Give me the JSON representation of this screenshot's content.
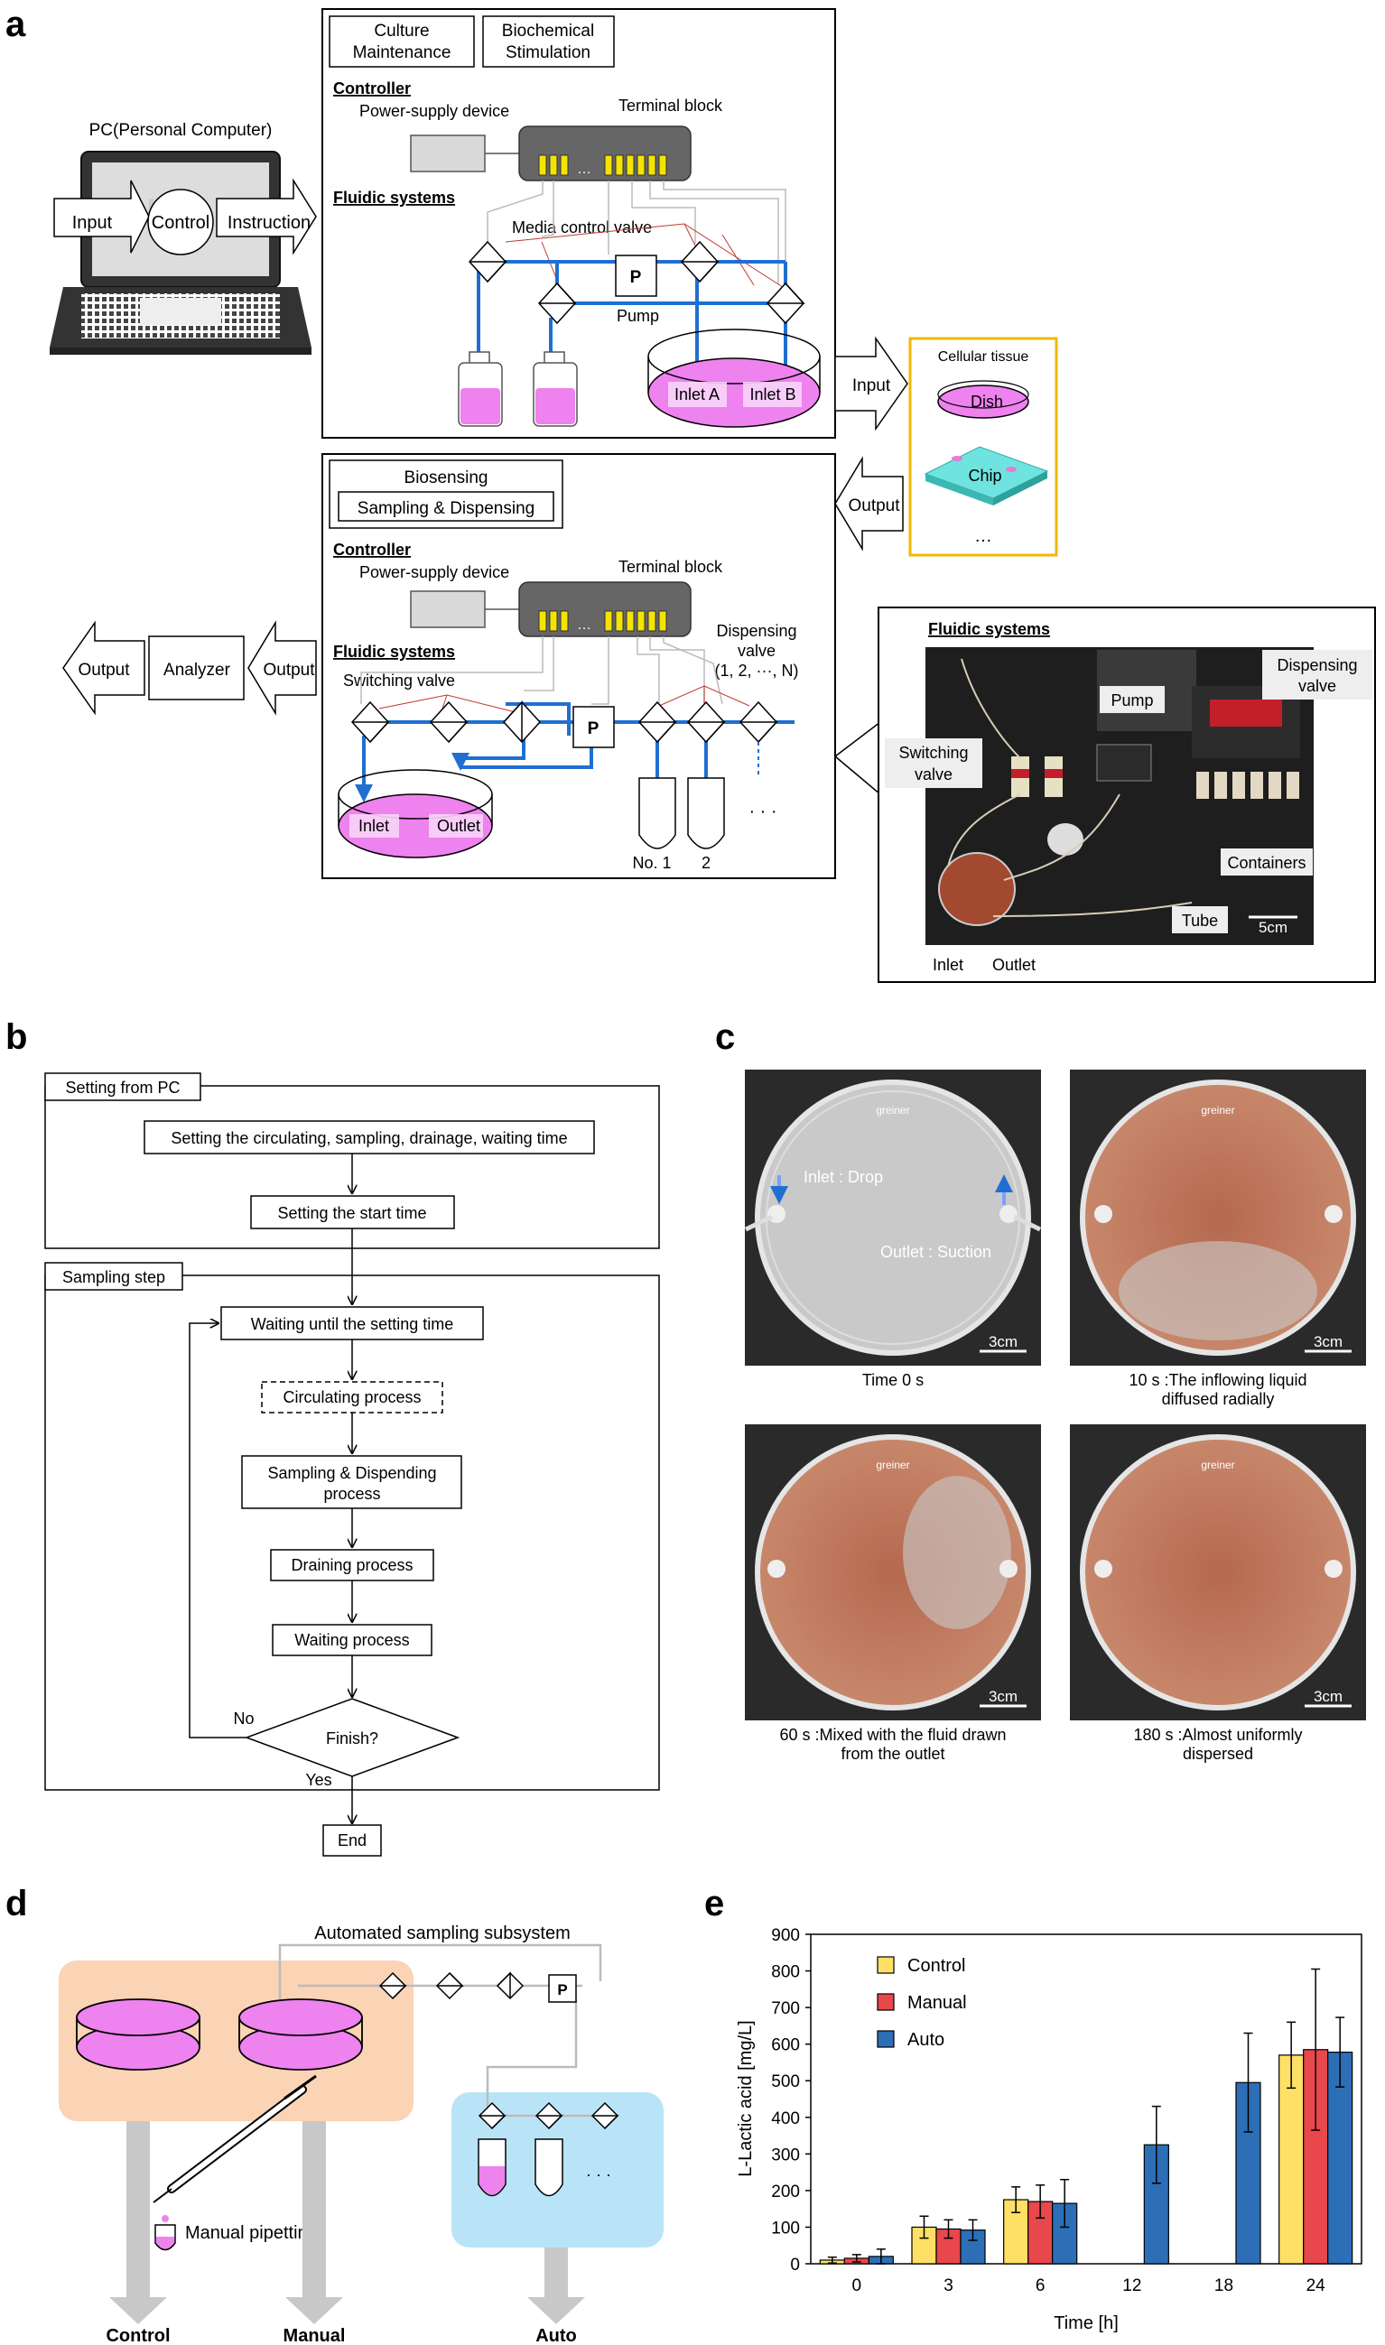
{
  "panel_labels": {
    "a": "a",
    "b": "b",
    "c": "c",
    "d": "d",
    "e": "e"
  },
  "colors": {
    "media": "#ee82ee",
    "flow": "#1f6fd1",
    "yellow_box": "#f2b705",
    "valve_wire": "#c0392b",
    "orange_bg": "#fbd3b5",
    "blue_bg": "#b9e4f7",
    "chart_control": "#ffe066",
    "chart_manual": "#e8474b",
    "chart_auto": "#2c6fb7"
  },
  "a": {
    "pc_title": "PC(Personal Computer)",
    "pc_input": "Input",
    "pc_control": "Control",
    "pc_instruction": "Instruction",
    "top": {
      "tab1_line1": "Culture",
      "tab1_line2": "Maintenance",
      "tab2_line1": "Biochemical",
      "tab2_line2": "Stimulation",
      "controller": "Controller",
      "power_supply": "Power-supply device",
      "terminal_block": "Terminal block",
      "dots": "…",
      "fluidic_systems": "Fluidic systems",
      "media_control_valve": "Media control valve",
      "pump_letter": "P",
      "pump": "Pump",
      "inlet_a": "Inlet A",
      "inlet_b": "Inlet B"
    },
    "input_arrow": "Input",
    "output_arrow": "Output",
    "cellular_tissue": "Cellular tissue",
    "dish": "Dish",
    "chip": "Chip",
    "ellipsis": "…",
    "bottom": {
      "tab_line1": "Biosensing",
      "tab_line2": "Sampling & Dispensing",
      "controller": "Controller",
      "power_supply": "Power-supply device",
      "terminal_block": "Terminal block",
      "dots": "…",
      "fluidic_systems": "Fluidic systems",
      "switching_valve": "Switching valve",
      "dispensing_valve_line1": "Dispensing",
      "dispensing_valve_line2": "valve",
      "dispensing_valve_line3": "(1, 2, ···, N)",
      "pump_letter": "P",
      "inlet": "Inlet",
      "outlet": "Outlet",
      "no1": "No. 1",
      "no2": "2",
      "tube_dots": "· · ·"
    },
    "analyzer": "Analyzer",
    "out_left": "Output",
    "out_right": "Output",
    "photo": {
      "title": "Fluidic systems",
      "pump": "Pump",
      "dispensing_line1": "Dispensing",
      "dispensing_line2": "valve",
      "switching_line1": "Switching",
      "switching_line2": "valve",
      "containers": "Containers",
      "tube": "Tube",
      "scale": "5cm",
      "inlet": "Inlet",
      "outlet": "Outlet"
    }
  },
  "b": {
    "setting_pc": "Setting from PC",
    "setting_times": "Setting the circulating, sampling, drainage, waiting time",
    "setting_start": "Setting the start time",
    "sampling_step": "Sampling step",
    "waiting_until": "Waiting until the setting time",
    "circulating": "Circulating process",
    "sampling_line1": "Sampling & Dispending",
    "sampling_line2": "process",
    "draining": "Draining process",
    "waiting": "Waiting process",
    "finish": "Finish?",
    "no": "No",
    "yes": "Yes",
    "end": "End"
  },
  "c": {
    "inlet_drop": "Inlet : Drop",
    "outlet_suction": "Outlet : Suction",
    "brand": "greiner",
    "scale": "3cm",
    "cap1": "Time 0 s",
    "cap2_line1": "10 s :The inflowing liquid",
    "cap2_line2": "diffused radially",
    "cap3_line1": "60 s :Mixed with the fluid drawn",
    "cap3_line2": "from the outlet",
    "cap4_line1": "180 s :Almost uniformly",
    "cap4_line2": "dispersed"
  },
  "d": {
    "subsystem": "Automated sampling subsystem",
    "pump_letter": "P",
    "manual_pipetting": "Manual pipetting",
    "dots": "· · ·",
    "control": "Control",
    "manual": "Manual",
    "auto": "Auto"
  },
  "chart_data": {
    "type": "bar",
    "xlabel": "Time [h]",
    "ylabel": "L-Lactic acid [mg/L]",
    "ylim": [
      0,
      900
    ],
    "yticks": [
      "0",
      "100",
      "200",
      "300",
      "400",
      "500",
      "600",
      "700",
      "800",
      "900"
    ],
    "categories": [
      "0",
      "3",
      "6",
      "12",
      "18",
      "24"
    ],
    "legend_position": "top-left",
    "series": [
      {
        "name": "Control",
        "values": [
          10,
          100,
          175,
          null,
          null,
          570
        ],
        "errors": [
          8,
          30,
          35,
          null,
          null,
          90
        ]
      },
      {
        "name": "Manual",
        "values": [
          15,
          95,
          170,
          null,
          null,
          585
        ],
        "errors": [
          10,
          25,
          45,
          null,
          null,
          220
        ]
      },
      {
        "name": "Auto",
        "values": [
          20,
          92,
          165,
          325,
          495,
          578
        ],
        "errors": [
          20,
          28,
          65,
          105,
          135,
          95
        ]
      }
    ]
  }
}
